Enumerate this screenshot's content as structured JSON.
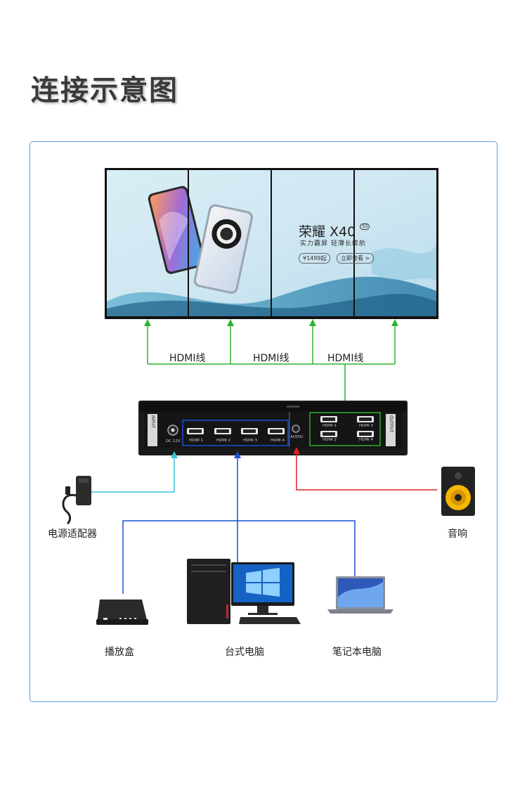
{
  "title": "连接示意图",
  "wall": {
    "brand": "荣耀 X40",
    "badge": "5G",
    "slogan": "实力霸屏  轻薄长续航",
    "price": "¥1499起",
    "cta": "立即查看 >"
  },
  "cable_label": "HDMI线",
  "switcher": {
    "input_label": "INPUT",
    "output_label": "OUTPUT",
    "power_port": "DC 12V",
    "input_ports": [
      "HDMI 1",
      "HDMI 2",
      "HDMI 3",
      "HDMI 4"
    ],
    "audio_port": "AUDIO",
    "output_ports": [
      "HDMI 1",
      "HDMI 3",
      "HDMI 2",
      "HDMI 4"
    ]
  },
  "devices": {
    "power_adapter": "电源适配器",
    "speaker": "音响",
    "set_top_box": "播放盒",
    "desktop": "台式电脑",
    "laptop": "笔记本电脑"
  },
  "colors": {
    "hdmi_out": "#2db22d",
    "hdmi_in": "#1a4fd6",
    "power": "#36c5d8",
    "audio": "#e02020",
    "frame": "#5b9bd5"
  }
}
